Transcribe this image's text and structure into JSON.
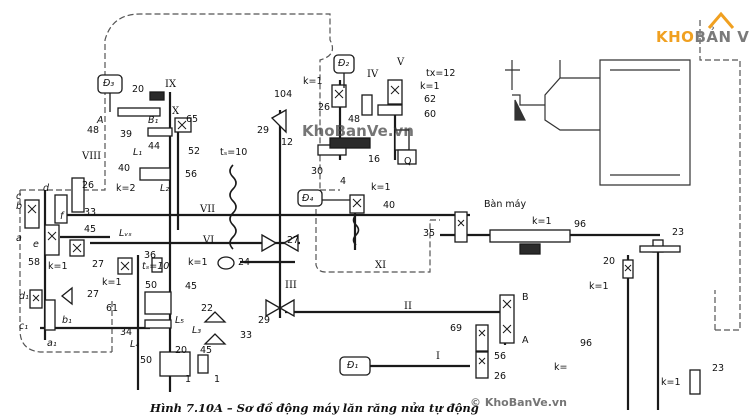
{
  "brand": {
    "part1": "KHO",
    "part2": "BẢN VẼ",
    "accent": "#f0a020",
    "dark": "#7a7a7a"
  },
  "watermarks": {
    "center": "KhoBanVe.vn",
    "footer": "© KhoBanVe.vn"
  },
  "caption": "Hình 7.10A – Sơ đồ động máy lăn răng nửa tự động",
  "motors": {
    "d3": "Đ₃",
    "d2": "Đ₂",
    "d4": "Đ₄",
    "d1": "Đ₁"
  },
  "shafts": {
    "ix": "IX",
    "x": "X",
    "viii": "VIII",
    "iv": "IV",
    "v": "V",
    "vii": "VII",
    "vi": "VI",
    "xi": "XI",
    "iii": "III",
    "ii": "II",
    "i": "I"
  },
  "labels": {
    "ban_may": "Bàn máy",
    "tx12": "tx=12",
    "k1_top": "k=1",
    "k1_v": "k=1",
    "n20_d3": "20",
    "n48_a": "48",
    "n39": "39",
    "n65": "65",
    "n52": "52",
    "n44": "44",
    "n40_l": "40",
    "n56": "56",
    "n26_d2": "26",
    "n62": "62",
    "n60": "60",
    "n48_m": "48",
    "n104": "104",
    "n29_top": "29",
    "n12": "12",
    "n30": "30",
    "n16": "16",
    "n4": "4",
    "ts10": "tₛ=10",
    "n26_l": "26",
    "k2": "k=2",
    "n33": "33",
    "k1_d4": "k=1",
    "n40_d4": "40",
    "n45_top": "45",
    "lvs": "Lᵥₛ",
    "n35": "35",
    "k1_ban": "k=1",
    "n96": "96",
    "n23": "23",
    "n27_vi": "27",
    "n24": "24",
    "k1_vi": "k=1",
    "n58": "58",
    "k1_e": "k=1",
    "n27_e": "27",
    "n36": "36",
    "ts10_b": "tₛ=10",
    "k1_h": "k=1",
    "n20_r": "20",
    "k1_r": "k=1",
    "n50_a": "50",
    "n45_b": "45",
    "n27_d1": "27",
    "n61": "61",
    "n22": "22",
    "n29_b": "29",
    "n34": "34",
    "n33_b": "33",
    "n69": "69",
    "n56_b": "56",
    "n26_b": "26",
    "n50_b": "50",
    "n20_b": "20",
    "n45_c": "45",
    "n1_a": "1",
    "n1_b": "1",
    "n96_b": "96",
    "n23_b": "23",
    "k_b": "k=",
    "k1_b": "k=1",
    "B": "B",
    "A": "A",
    "Q": "Q"
  },
  "letters": {
    "A": "A",
    "B1": "B₁",
    "L1": "L₁",
    "L2": "L₂",
    "L3": "L₃",
    "L4": "L₄",
    "L5": "L₅",
    "a": "a",
    "b": "b",
    "c": "c",
    "d": "d",
    "e": "e",
    "f": "f",
    "a1": "a₁",
    "b1": "b₁",
    "c1": "c₁",
    "d1": "d₁"
  },
  "colors": {
    "line": "#1a1a1a",
    "dashed": "#444444",
    "fill": "#2a2a2a",
    "motor": "#3a3a3a"
  }
}
